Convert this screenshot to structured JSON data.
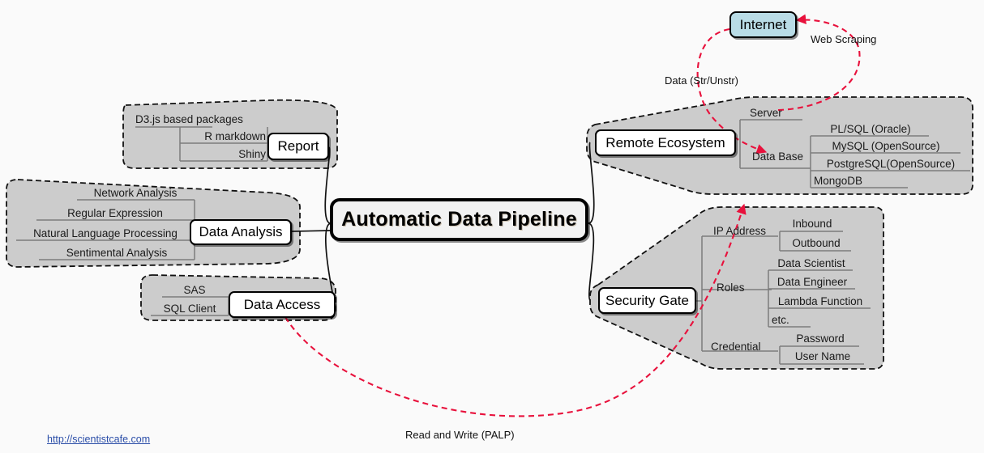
{
  "diagram": {
    "title": "Automatic Data Pipeline",
    "center_node": "Automatic Data Pipeline",
    "footer_url": "http://scientistcafe.com",
    "colors": {
      "background": "#fafafa",
      "cloud_fill": "#cccccc",
      "node_fill": "#ffffff",
      "center_fill": "#f2f2f2",
      "internet_fill": "#b9dce6",
      "arrow_red": "#e8113c",
      "link_blue": "#2b4ea8",
      "outline": "#000000"
    }
  },
  "internet_node": {
    "label": "Internet"
  },
  "branches": [
    {
      "id": "report",
      "label": "Report",
      "items": [
        "D3.js based packages",
        "R markdown",
        "Shiny"
      ]
    },
    {
      "id": "data-analysis",
      "label": "Data Analysis",
      "items": [
        "Network Analysis",
        "Regular Expression",
        "Natural Language Processing",
        "Sentimental Analysis"
      ]
    },
    {
      "id": "data-access",
      "label": "Data Access",
      "items": [
        "SAS",
        "SQL Client"
      ]
    },
    {
      "id": "remote-ecosystem",
      "label": "Remote Ecosystem",
      "groups": [
        {
          "name": "Server",
          "items": []
        },
        {
          "name": "Data Base",
          "items": [
            "PL/SQL (Oracle)",
            "MySQL (OpenSource)",
            "PostgreSQL(OpenSource)",
            "MongoDB"
          ]
        }
      ]
    },
    {
      "id": "security-gate",
      "label": "Security Gate",
      "groups": [
        {
          "name": "IP Address",
          "items": [
            "Inbound",
            "Outbound"
          ]
        },
        {
          "name": "Roles",
          "items": [
            "Data Scientist",
            "Data Engineer",
            "Lambda Function",
            "etc."
          ]
        },
        {
          "name": "Credential",
          "items": [
            "Password",
            "User Name"
          ]
        }
      ]
    }
  ],
  "annotations": [
    {
      "id": "web-scraping",
      "text": "Web Scraping"
    },
    {
      "id": "data-str-unstr",
      "text": "Data (Str/Unstr)"
    },
    {
      "id": "read-and-write",
      "text": "Read and Write (PALP)"
    }
  ]
}
